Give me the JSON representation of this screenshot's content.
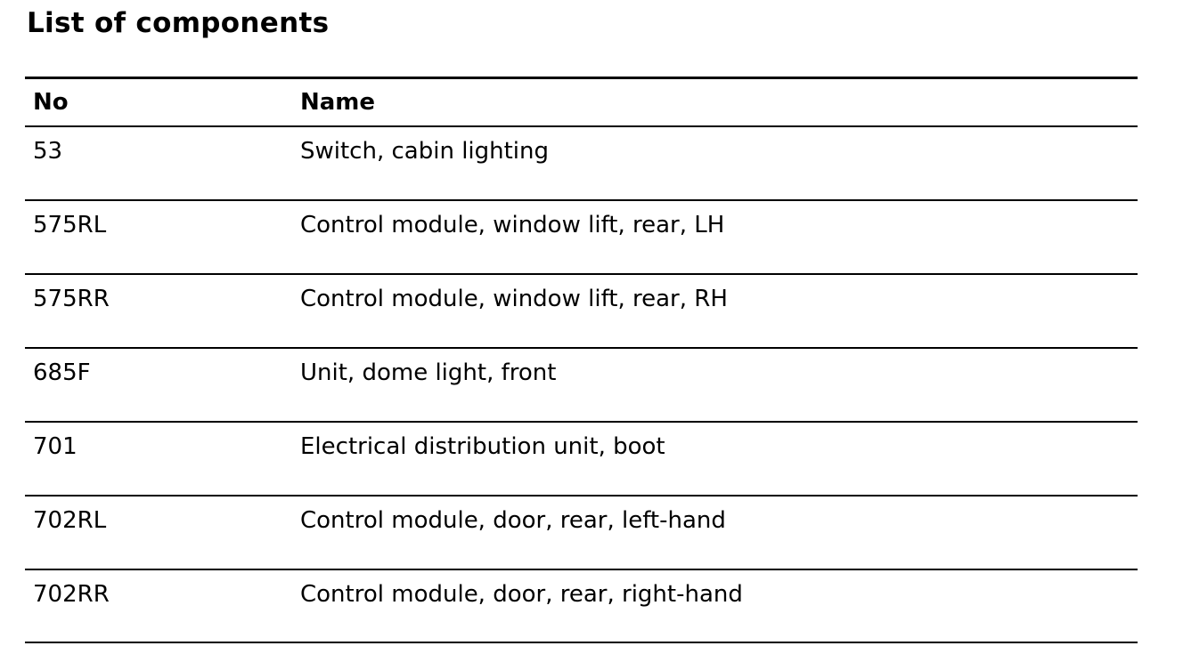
{
  "page": {
    "title": "List of components"
  },
  "table": {
    "headers": {
      "no": "No",
      "name": "Name"
    },
    "rows": [
      {
        "no": "53",
        "name": "Switch, cabin lighting"
      },
      {
        "no": "575RL",
        "name": "Control module, window lift, rear, LH"
      },
      {
        "no": "575RR",
        "name": "Control module, window lift, rear, RH"
      },
      {
        "no": "685F",
        "name": "Unit, dome light, front"
      },
      {
        "no": "701",
        "name": "Electrical distribution unit, boot"
      },
      {
        "no": "702RL",
        "name": "Control module, door, rear, left-hand"
      },
      {
        "no": "702RR",
        "name": "Control module, door, rear, right-hand"
      }
    ]
  }
}
